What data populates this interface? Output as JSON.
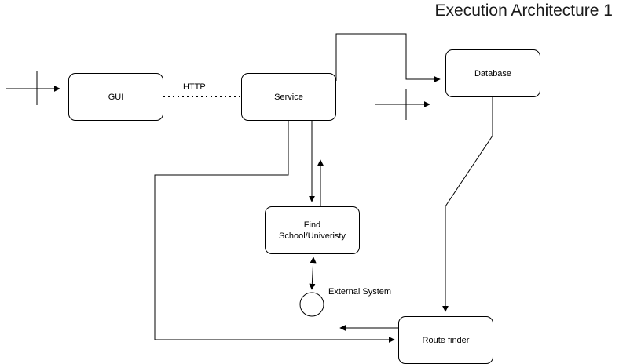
{
  "title": "Execution Architecture 1",
  "nodes": {
    "gui": "GUI",
    "service": "Service",
    "database": "Database",
    "find": "Find\nSchool/Univeristy",
    "route": "Route finder"
  },
  "labels": {
    "http": "HTTP",
    "external_system": "External System"
  },
  "colors": {
    "stroke": "#000000",
    "background": "#ffffff"
  }
}
